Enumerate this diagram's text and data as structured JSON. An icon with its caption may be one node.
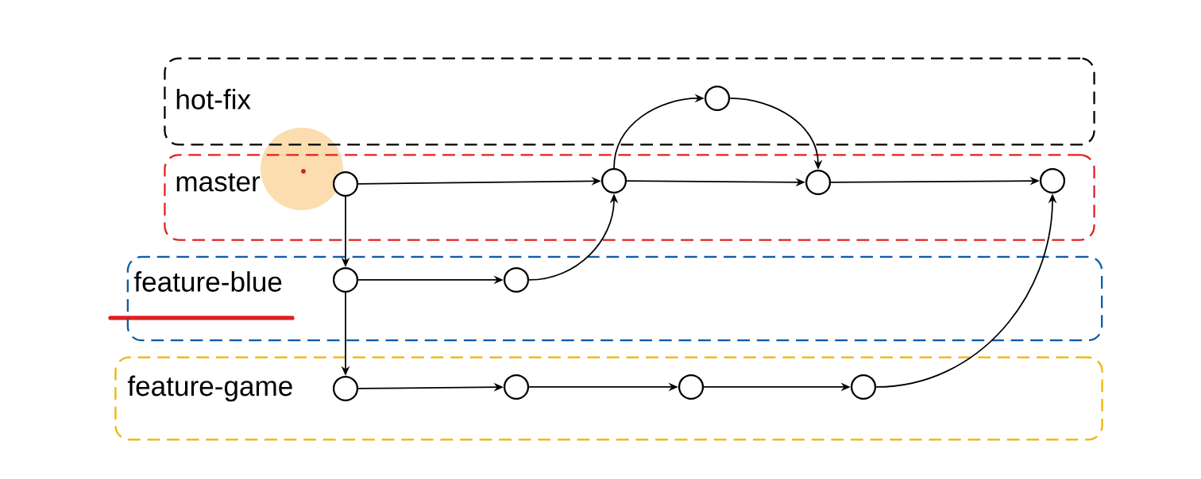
{
  "diagram": {
    "nodes": [
      {
        "text": [
          "hot-fix"
        ]
      },
      {
        "text": [],
        "shape": "circle",
        "in": 0
      },
      {
        "text": [
          "master"
        ]
      },
      {
        "text": [],
        "shape": "circle",
        "in": 2
      },
      {
        "text": [],
        "shape": "circle",
        "in": 2
      },
      {
        "text": [],
        "shape": "circle",
        "in": 2
      },
      {
        "text": [],
        "shape": "circle",
        "in": 2
      },
      {
        "text": [
          "feature-blue"
        ]
      },
      {
        "text": [],
        "shape": "circle",
        "in": 7
      },
      {
        "text": [],
        "shape": "circle",
        "in": 7
      },
      {
        "text": [
          "feature-game"
        ]
      },
      {
        "text": [],
        "shape": "circle",
        "in": 10
      },
      {
        "text": [],
        "shape": "circle",
        "in": 10
      },
      {
        "text": [],
        "shape": "circle",
        "in": 10
      },
      {
        "text": [],
        "shape": "circle",
        "in": 10
      }
    ],
    "edges": [
      {
        "from": 3,
        "to": 4,
        "arrow": "to"
      },
      {
        "from": 4,
        "to": 5,
        "arrow": "to"
      },
      {
        "from": 5,
        "to": 6,
        "arrow": "to"
      },
      {
        "from": 4,
        "to": 1,
        "arrow": "to"
      },
      {
        "from": 1,
        "to": 5,
        "arrow": "to"
      },
      {
        "from": 3,
        "to": 8,
        "arrow": "to"
      },
      {
        "from": 8,
        "to": 9,
        "arrow": "to"
      },
      {
        "from": 9,
        "to": 4,
        "arrow": "to"
      },
      {
        "from": 8,
        "to": 11,
        "arrow": "to"
      },
      {
        "from": 11,
        "to": 12,
        "arrow": "to"
      },
      {
        "from": 12,
        "to": 13,
        "arrow": "to"
      },
      {
        "from": 13,
        "to": 14,
        "arrow": "to"
      },
      {
        "from": 14,
        "to": 6,
        "arrow": "to"
      }
    ]
  }
}
